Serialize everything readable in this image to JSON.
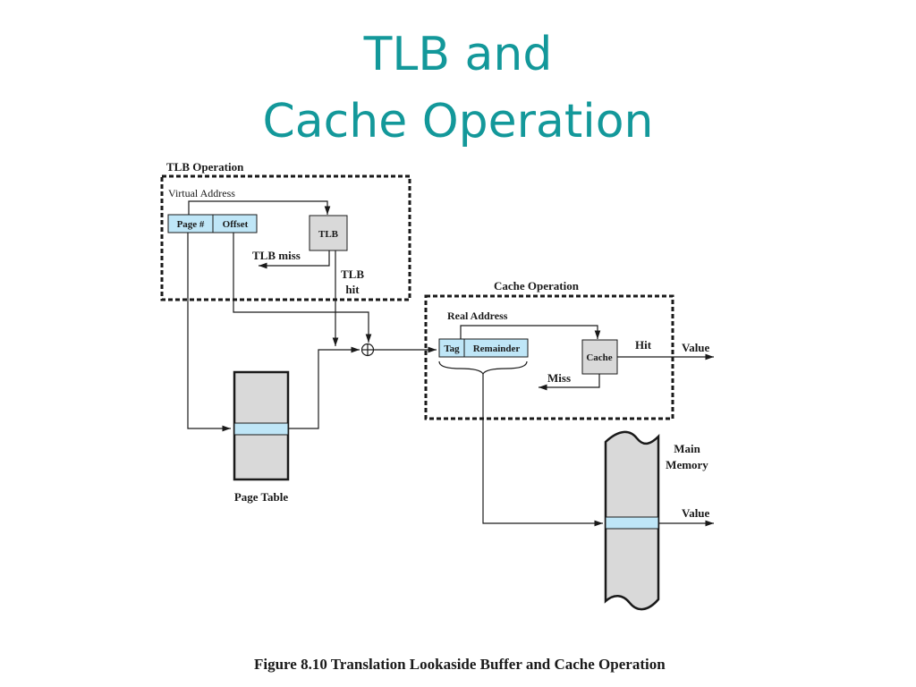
{
  "slide": {
    "title_line1": "TLB and",
    "title_line2": "Cache Operation",
    "caption": "Figure 8.10  Translation Lookaside Buffer and Cache Operation"
  },
  "diagram": {
    "tlb_operation": {
      "label": "TLB Operation",
      "virtual_address": "Virtual Address",
      "page_field": "Page #",
      "offset_field": "Offset",
      "tlb_box": "TLB",
      "tlb_miss": "TLB miss",
      "tlb_hit_line1": "TLB",
      "tlb_hit_line2": "hit"
    },
    "page_table": {
      "label": "Page Table"
    },
    "cache_operation": {
      "label": "Cache Operation",
      "real_address": "Real Address",
      "tag_field": "Tag",
      "remainder_field": "Remainder",
      "cache_box": "Cache",
      "hit": "Hit",
      "value": "Value",
      "miss": "Miss"
    },
    "main_memory": {
      "label_line1": "Main",
      "label_line2": "Memory",
      "value": "Value"
    }
  },
  "colors": {
    "title": "#13989a",
    "field_fill": "#bfe6f7",
    "box_fill": "#d9d9d9"
  }
}
